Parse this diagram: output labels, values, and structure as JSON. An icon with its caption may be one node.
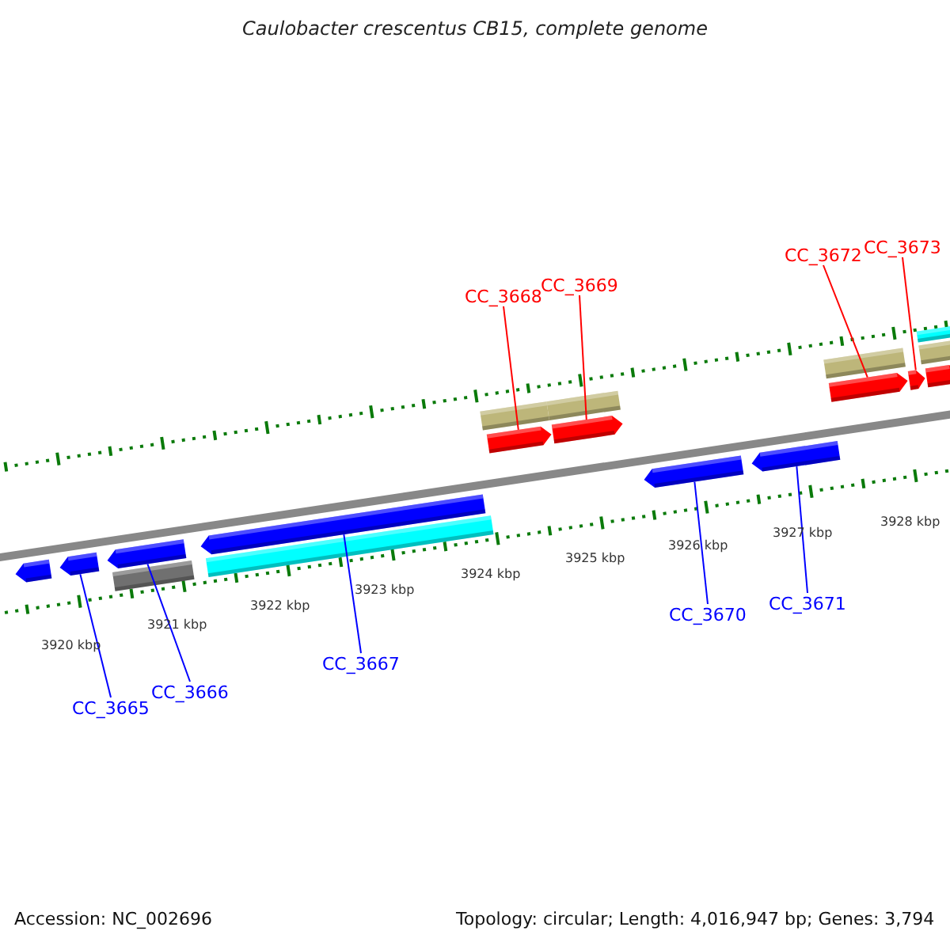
{
  "diagram": {
    "title": "Caulobacter crescentus CB15, complete genome",
    "nodes": [
      {
        "text": [
          "CC_3668"
        ]
      },
      {
        "text": [
          "CC_3669"
        ]
      },
      {
        "text": [
          "CC_3672"
        ]
      },
      {
        "text": [
          "CC_3673"
        ]
      },
      {
        "text": [
          "CC_3670"
        ]
      },
      {
        "text": [
          "CC_3671"
        ]
      },
      {
        "text": [
          "CC_3667"
        ]
      },
      {
        "text": [
          "CC_3665"
        ]
      },
      {
        "text": [
          "CC_3666"
        ]
      },
      {
        "text": [],
        "shape": "pentagon"
      },
      {
        "text": [],
        "shape": "pentagon"
      },
      {
        "text": [],
        "shape": "pentagon"
      },
      {
        "text": [],
        "shape": "bar"
      },
      {
        "text": [],
        "shape": "pentagon"
      },
      {
        "text": [],
        "shape": "bar"
      },
      {
        "text": [],
        "shape": "bar"
      },
      {
        "text": [],
        "shape": "pentagon"
      },
      {
        "text": [],
        "shape": "bar"
      },
      {
        "text": [],
        "shape": "pentagon"
      },
      {
        "text": [],
        "shape": "pentagon"
      },
      {
        "text": [],
        "shape": "pentagon"
      },
      {
        "text": [],
        "shape": "bar"
      },
      {
        "text": [],
        "shape": "pentagon"
      },
      {
        "text": [],
        "shape": "pentagon"
      },
      {
        "text": [],
        "shape": "bar"
      },
      {
        "text": [],
        "shape": "bar"
      },
      {
        "text": [],
        "shape": "pentagon"
      }
    ],
    "edges": [
      {
        "from": 0,
        "to": 16,
        "arrow": "none",
        "color": "#ff0000"
      },
      {
        "from": 1,
        "to": 18,
        "arrow": "none",
        "color": "#ff0000"
      },
      {
        "from": 2,
        "to": 22,
        "arrow": "none",
        "color": "#ff0000"
      },
      {
        "from": 3,
        "to": 23,
        "arrow": "none",
        "color": "#ff0000"
      },
      {
        "from": 4,
        "to": 19,
        "arrow": "none"
      },
      {
        "from": 5,
        "to": 20,
        "arrow": "none"
      },
      {
        "from": 6,
        "to": 13,
        "arrow": "none"
      },
      {
        "from": 7,
        "to": 10,
        "arrow": "none"
      },
      {
        "from": 8,
        "to": 11,
        "arrow": "none"
      }
    ],
    "labels": [
      "3928 kbp",
      "3927 kbp",
      "3926 kbp",
      "3925 kbp",
      "3924 kbp",
      "3923 kbp",
      "3922 kbp",
      "3921 kbp",
      "3920 kbp",
      "Accession: NC_002696",
      "Topology: circular; Length: 4,016,947 bp; Genes: 3,794"
    ]
  }
}
